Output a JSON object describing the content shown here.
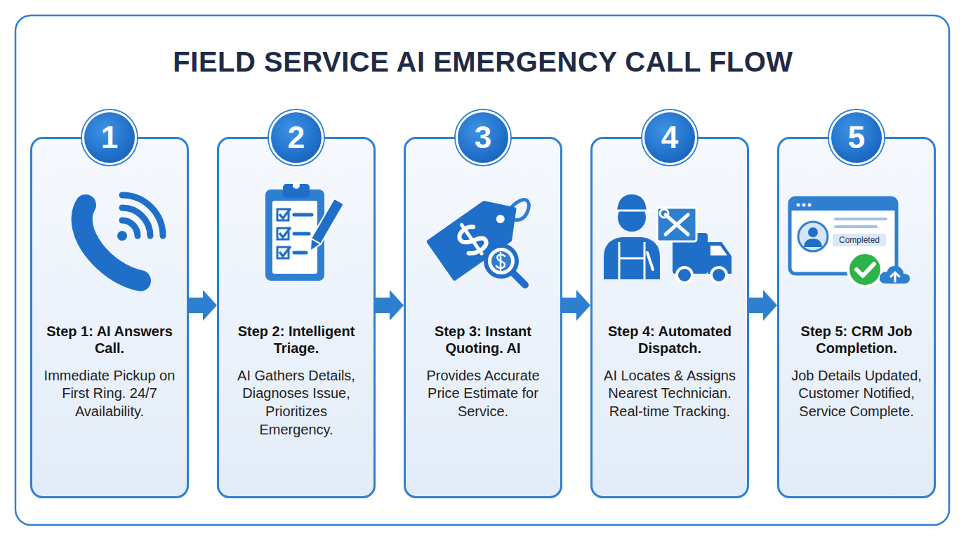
{
  "diagram": {
    "title": "FIELD SERVICE AI EMERGENCY CALL FLOW",
    "nodes": [
      {
        "text": [
          "Step 1: AI Answers Call.",
          "Immediate Pickup on First Ring. 24/7 Availability."
        ]
      },
      {
        "text": [
          "1"
        ],
        "in": 0
      },
      {
        "text": [
          "Step 2: Intelligent Triage.",
          "AI Gathers Details, Diagnoses Issue, Prioritizes Emergency."
        ]
      },
      {
        "text": [
          "2"
        ],
        "in": 2
      },
      {
        "text": [
          "Step 3: Instant Quoting. AI",
          "Provides Accurate Price Estimate for Service."
        ]
      },
      {
        "text": [
          "3"
        ],
        "in": 4
      },
      {
        "text": [
          "Step 4: Automated Dispatch.",
          "AI Locates & Assigns Nearest Technician. Real-time Tracking."
        ]
      },
      {
        "text": [
          "4"
        ],
        "in": 6
      },
      {
        "text": [
          "Step 5: CRM Job Completion.",
          "Job Details Updated, Customer Notified, Service Complete."
        ]
      },
      {
        "text": [
          "5"
        ],
        "in": 8
      }
    ],
    "edges": [
      {
        "from": 0,
        "to": 2,
        "arrow": "to"
      },
      {
        "from": 2,
        "to": 4,
        "arrow": "to"
      },
      {
        "from": 4,
        "to": 6,
        "arrow": "to"
      },
      {
        "from": 6,
        "to": 8,
        "arrow": "to"
      }
    ],
    "labels": [
      "Completed"
    ]
  }
}
